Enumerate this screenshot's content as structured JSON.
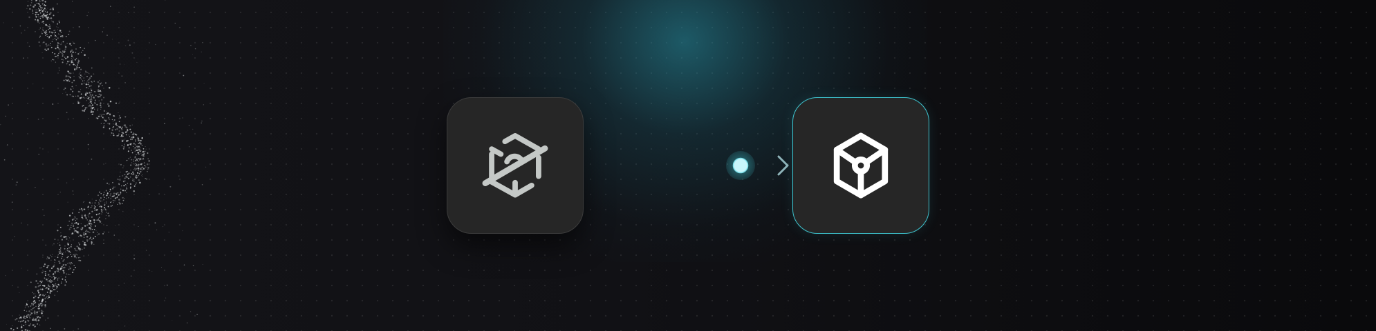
{
  "diagram": {
    "nodes": [
      {
        "id": "source",
        "icon": "package-off-icon",
        "state": "inactive"
      },
      {
        "id": "target",
        "icon": "package-icon",
        "state": "active"
      }
    ],
    "edges": [
      {
        "from": "source",
        "to": "target",
        "style": "arrow"
      }
    ],
    "colors": {
      "accent": "#3ec4cf",
      "node_fill": "#262626",
      "node_border_inactive": "#3c3c3c",
      "icon_active": "#ffffff",
      "icon_inactive": "#c4c8c6",
      "background": "#111115"
    }
  }
}
